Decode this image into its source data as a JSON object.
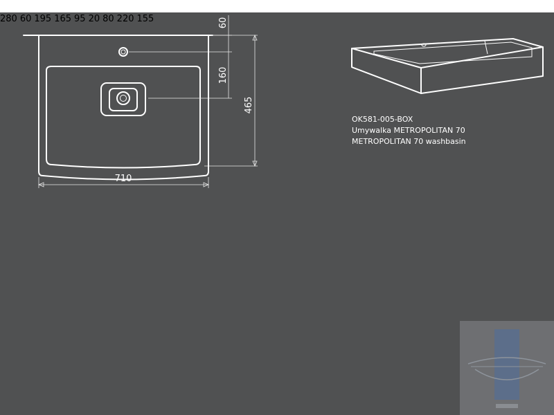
{
  "product": {
    "code": "OK581-005-BOX",
    "name_pl": "Umywalka METROPOLITAN 70",
    "name_en": "METROPOLITAN 70 washbasin"
  },
  "dimensions": {
    "top_width": "710",
    "top_depth": "465",
    "top_tap_offset": "60",
    "top_drain_offset": "160",
    "front_tap_spacing": "280",
    "front_top_offset": "60",
    "front_height": "195",
    "front_depth": "165",
    "front_drain_height": "95",
    "side_depth": "220",
    "side_height": "155",
    "bottom_offset": "20",
    "bottom_spacing": "80"
  },
  "colors": {
    "background": "#505152",
    "line": "#ffffff"
  }
}
